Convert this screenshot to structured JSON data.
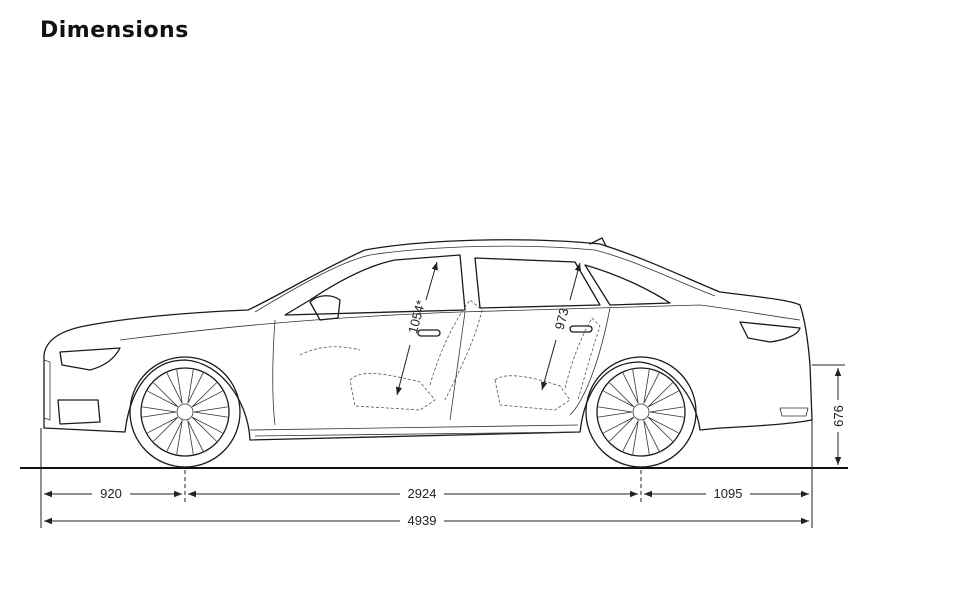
{
  "title": "Dimensions",
  "dimensions": {
    "front_overhang": "920",
    "wheelbase": "2924",
    "rear_overhang": "1095",
    "overall_length": "4939",
    "front_headroom": "1054*",
    "rear_headroom": "973",
    "rear_height": "676"
  }
}
